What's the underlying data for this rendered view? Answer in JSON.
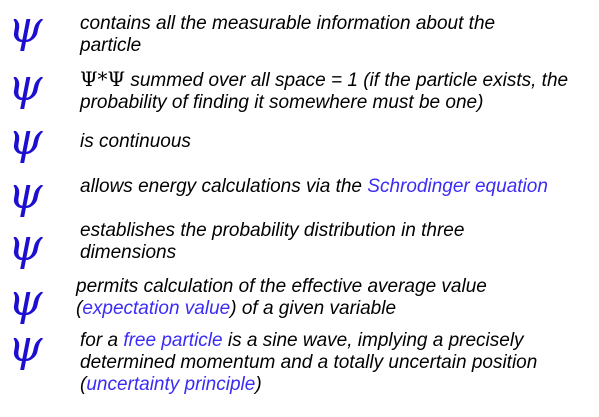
{
  "colors": {
    "psi": "#1c0fd0",
    "link": "#3b2cf5",
    "text": "#000000"
  },
  "psi_symbol": "ψ",
  "items": [
    {
      "pre": "contains all the measurable information about the particle"
    },
    {
      "psi_pair": "Ψ*Ψ",
      "pre": " summed over all space = 1 (if the particle exists, the probability of finding it somewhere must be one)"
    },
    {
      "pre": "is continuous"
    },
    {
      "pre": "allows energy calculations via the ",
      "link": "Schrodinger equation"
    },
    {
      "pre": "establishes the probability distribution in three dimensions"
    },
    {
      "pre": "permits calculation of the effective average value (",
      "link": "expectation value",
      "post": ") of  a given variable"
    },
    {
      "pre": "for a ",
      "link": "free particle",
      "mid": " is a sine wave, implying a precisely determined momentum and a totally uncertain position (",
      "link2": "uncertainty principle",
      "post": ")"
    }
  ]
}
